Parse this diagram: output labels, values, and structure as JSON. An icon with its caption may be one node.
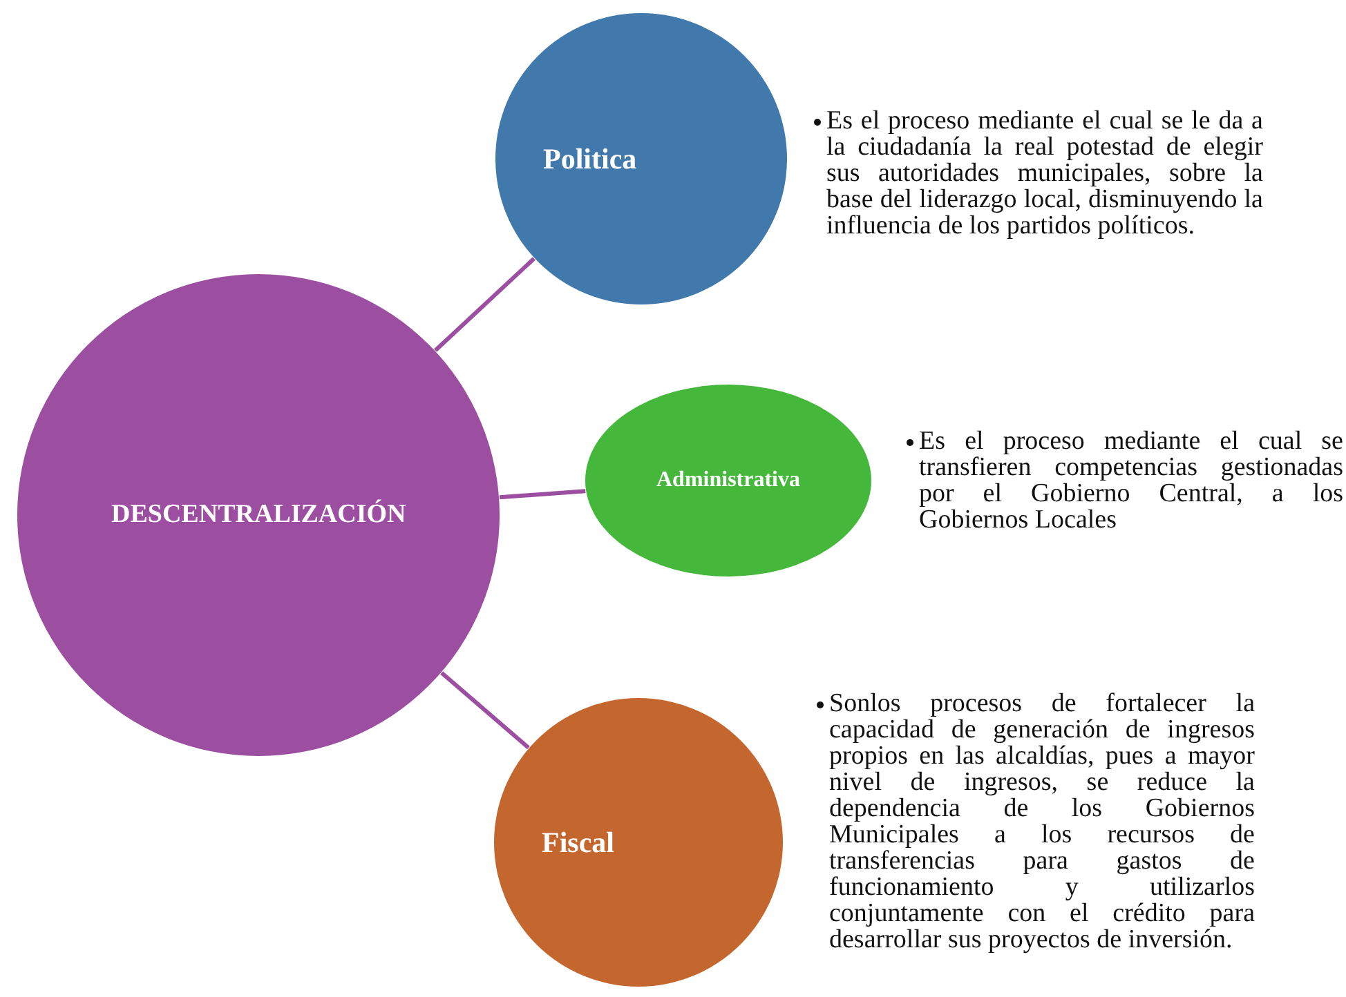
{
  "diagram": {
    "nodes": [
      {
        "text": [
          "DESCENTRALIZACIÓN"
        ]
      },
      {
        "text": [
          "Politica"
        ],
        "beside": [
          "Es el proceso mediante el cual se le da a la ciudadanía la real potestad de elegir sus autoridades municipales, sobre la base del liderazgo local, disminuyendo la influencia de los partidos políticos."
        ]
      },
      {
        "text": [
          "Administrativa"
        ],
        "beside": [
          "Es el proceso mediante el cual se transfieren competencias gestionadas por el Gobierno Central, a los Gobiernos Locales"
        ]
      },
      {
        "text": [
          "Fiscal"
        ],
        "beside": [
          "Sonlos procesos de fortalecer la capacidad de generación de ingresos propios en las alcaldías, pues a mayor nivel de ingresos, se reduce la dependencia de los Gobiernos Municipales a los recursos de transferencias para gastos de funcionamiento y utilizarlos conjuntamente con el crédito para desarrollar sus proyectos de inversión."
        ]
      }
    ],
    "edges": [
      {
        "from": 0,
        "to": 1,
        "arrow": "none"
      },
      {
        "from": 0,
        "to": 2,
        "arrow": "none"
      },
      {
        "from": 0,
        "to": 3,
        "arrow": "none"
      }
    ]
  }
}
